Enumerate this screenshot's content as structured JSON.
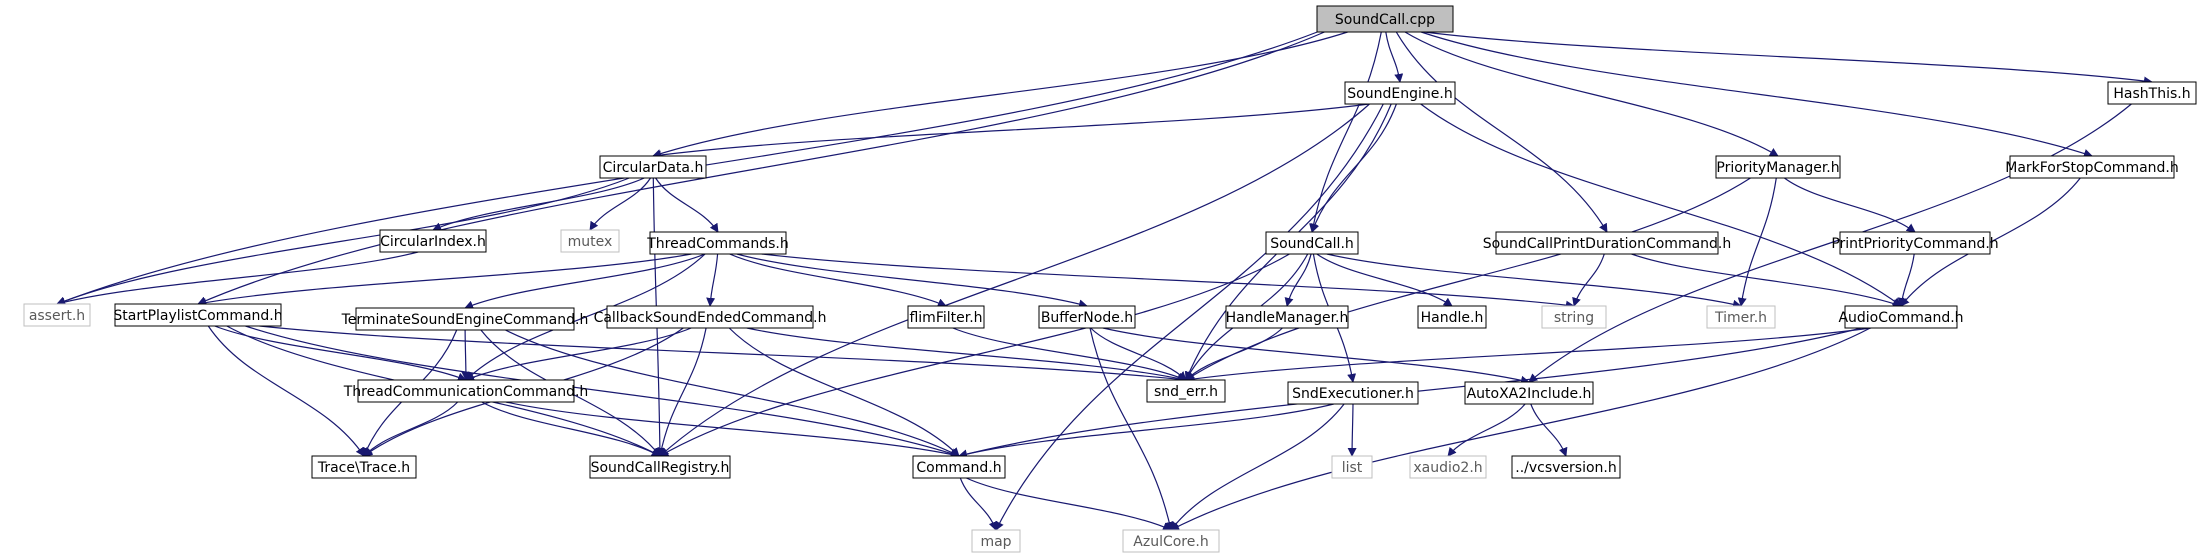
{
  "graph": {
    "nodes": [
      {
        "id": "soundcall_cpp",
        "label": "SoundCall.cpp",
        "style": "root"
      },
      {
        "id": "soundengine_h",
        "label": "SoundEngine.h",
        "style": "normal"
      },
      {
        "id": "hashthis_h",
        "label": "HashThis.h",
        "style": "normal"
      },
      {
        "id": "circulardata_h",
        "label": "CircularData.h",
        "style": "normal"
      },
      {
        "id": "prioritymanager_h",
        "label": "PriorityManager.h",
        "style": "normal"
      },
      {
        "id": "markforstop_h",
        "label": "MarkForStopCommand.h",
        "style": "normal"
      },
      {
        "id": "circularindex_h",
        "label": "CircularIndex.h",
        "style": "normal"
      },
      {
        "id": "mutex",
        "label": "mutex",
        "style": "system"
      },
      {
        "id": "threadcommands_h",
        "label": "ThreadCommands.h",
        "style": "normal"
      },
      {
        "id": "soundcall_h",
        "label": "SoundCall.h",
        "style": "normal"
      },
      {
        "id": "printduration_h",
        "label": "SoundCallPrintDurationCommand.h",
        "style": "normal"
      },
      {
        "id": "printpriority_h",
        "label": "PrintPriorityCommand.h",
        "style": "normal"
      },
      {
        "id": "assert_h",
        "label": "assert.h",
        "style": "system"
      },
      {
        "id": "startplaylist_h",
        "label": "StartPlaylistCommand.h",
        "style": "normal"
      },
      {
        "id": "terminate_h",
        "label": "TerminateSoundEngineCommand.h",
        "style": "normal"
      },
      {
        "id": "callbackended_h",
        "label": "CallbackSoundEndedCommand.h",
        "style": "normal"
      },
      {
        "id": "flimfilter_h",
        "label": "flimFilter.h",
        "style": "normal"
      },
      {
        "id": "buffernode_h",
        "label": "BufferNode.h",
        "style": "normal"
      },
      {
        "id": "handlemanager_h",
        "label": "HandleManager.h",
        "style": "normal"
      },
      {
        "id": "handle_h",
        "label": "Handle.h",
        "style": "normal"
      },
      {
        "id": "string",
        "label": "string",
        "style": "system"
      },
      {
        "id": "timer_h",
        "label": "Timer.h",
        "style": "system"
      },
      {
        "id": "audiocommand_h",
        "label": "AudioCommand.h",
        "style": "normal"
      },
      {
        "id": "threadcomm_h",
        "label": "ThreadCommunicationCommand.h",
        "style": "normal"
      },
      {
        "id": "snd_err_h",
        "label": "snd_err.h",
        "style": "normal"
      },
      {
        "id": "sndexec_h",
        "label": "SndExecutioner.h",
        "style": "normal"
      },
      {
        "id": "autoxa2_h",
        "label": "AutoXA2Include.h",
        "style": "normal"
      },
      {
        "id": "trace_h",
        "label": "Trace\\Trace.h",
        "style": "normal"
      },
      {
        "id": "registry_h",
        "label": "SoundCallRegistry.h",
        "style": "normal"
      },
      {
        "id": "command_h",
        "label": "Command.h",
        "style": "normal"
      },
      {
        "id": "list",
        "label": "list",
        "style": "system"
      },
      {
        "id": "xaudio2_h",
        "label": "xaudio2.h",
        "style": "system"
      },
      {
        "id": "vcsversion_h",
        "label": "../vcsversion.h",
        "style": "normal"
      },
      {
        "id": "map",
        "label": "map",
        "style": "system"
      },
      {
        "id": "azulcore_h",
        "label": "AzulCore.h",
        "style": "system"
      }
    ],
    "edges": [
      [
        "soundcall_cpp",
        "soundengine_h"
      ],
      [
        "soundcall_cpp",
        "hashthis_h"
      ],
      [
        "soundcall_cpp",
        "circulardata_h"
      ],
      [
        "soundcall_cpp",
        "prioritymanager_h"
      ],
      [
        "soundcall_cpp",
        "markforstop_h"
      ],
      [
        "soundcall_cpp",
        "soundcall_h"
      ],
      [
        "soundcall_cpp",
        "printduration_h"
      ],
      [
        "soundcall_cpp",
        "assert_h"
      ],
      [
        "soundcall_cpp",
        "startplaylist_h"
      ],
      [
        "soundengine_h",
        "circulardata_h"
      ],
      [
        "soundengine_h",
        "soundcall_h"
      ],
      [
        "soundengine_h",
        "audiocommand_h"
      ],
      [
        "soundengine_h",
        "snd_err_h"
      ],
      [
        "soundengine_h",
        "registry_h"
      ],
      [
        "soundengine_h",
        "map"
      ],
      [
        "hashthis_h",
        "autoxa2_h"
      ],
      [
        "circulardata_h",
        "circularindex_h"
      ],
      [
        "circulardata_h",
        "mutex"
      ],
      [
        "circulardata_h",
        "threadcommands_h"
      ],
      [
        "circulardata_h",
        "assert_h"
      ],
      [
        "circulardata_h",
        "registry_h"
      ],
      [
        "circularindex_h",
        "assert_h"
      ],
      [
        "prioritymanager_h",
        "printpriority_h"
      ],
      [
        "prioritymanager_h",
        "timer_h"
      ],
      [
        "prioritymanager_h",
        "snd_err_h"
      ],
      [
        "markforstop_h",
        "audiocommand_h"
      ],
      [
        "printpriority_h",
        "audiocommand_h"
      ],
      [
        "printduration_h",
        "string"
      ],
      [
        "printduration_h",
        "audiocommand_h"
      ],
      [
        "threadcommands_h",
        "startplaylist_h"
      ],
      [
        "threadcommands_h",
        "terminate_h"
      ],
      [
        "threadcommands_h",
        "callbackended_h"
      ],
      [
        "threadcommands_h",
        "flimfilter_h"
      ],
      [
        "threadcommands_h",
        "buffernode_h"
      ],
      [
        "threadcommands_h",
        "string"
      ],
      [
        "threadcommands_h",
        "threadcomm_h"
      ],
      [
        "soundcall_h",
        "handlemanager_h"
      ],
      [
        "soundcall_h",
        "handle_h"
      ],
      [
        "soundcall_h",
        "timer_h"
      ],
      [
        "soundcall_h",
        "snd_err_h"
      ],
      [
        "soundcall_h",
        "sndexec_h"
      ],
      [
        "soundcall_h",
        "registry_h"
      ],
      [
        "audiocommand_h",
        "snd_err_h"
      ],
      [
        "audiocommand_h",
        "command_h"
      ],
      [
        "audiocommand_h",
        "azulcore_h"
      ],
      [
        "startplaylist_h",
        "threadcomm_h"
      ],
      [
        "startplaylist_h",
        "trace_h"
      ],
      [
        "startplaylist_h",
        "registry_h"
      ],
      [
        "startplaylist_h",
        "command_h"
      ],
      [
        "startplaylist_h",
        "snd_err_h"
      ],
      [
        "terminate_h",
        "threadcomm_h"
      ],
      [
        "terminate_h",
        "trace_h"
      ],
      [
        "terminate_h",
        "registry_h"
      ],
      [
        "terminate_h",
        "command_h"
      ],
      [
        "callbackended_h",
        "threadcomm_h"
      ],
      [
        "callbackended_h",
        "trace_h"
      ],
      [
        "callbackended_h",
        "registry_h"
      ],
      [
        "callbackended_h",
        "command_h"
      ],
      [
        "callbackended_h",
        "snd_err_h"
      ],
      [
        "flimfilter_h",
        "snd_err_h"
      ],
      [
        "buffernode_h",
        "snd_err_h"
      ],
      [
        "buffernode_h",
        "azulcore_h"
      ],
      [
        "buffernode_h",
        "autoxa2_h"
      ],
      [
        "handlemanager_h",
        "snd_err_h"
      ],
      [
        "threadcomm_h",
        "trace_h"
      ],
      [
        "threadcomm_h",
        "registry_h"
      ],
      [
        "threadcomm_h",
        "command_h"
      ],
      [
        "sndexec_h",
        "command_h"
      ],
      [
        "sndexec_h",
        "list"
      ],
      [
        "sndexec_h",
        "azulcore_h"
      ],
      [
        "autoxa2_h",
        "xaudio2_h"
      ],
      [
        "autoxa2_h",
        "vcsversion_h"
      ],
      [
        "command_h",
        "map"
      ],
      [
        "command_h",
        "azulcore_h"
      ]
    ],
    "colors": {
      "edge": "#191970",
      "root_fill": "#bfbfbf",
      "normal_border": "#000000",
      "system_border": "#bfbfbf",
      "system_text": "#5a5a5a"
    }
  }
}
